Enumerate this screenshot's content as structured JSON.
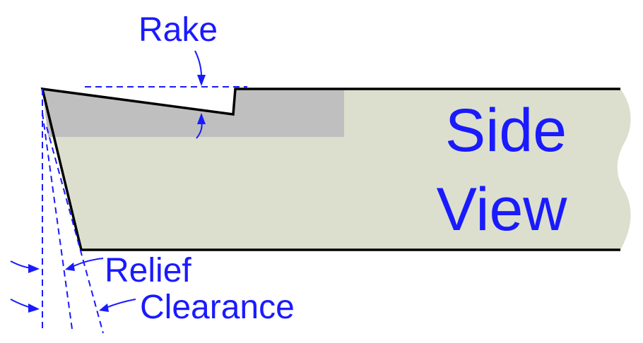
{
  "diagram": {
    "view_line1": "Side",
    "view_line2": "View",
    "rake_label": "Rake",
    "relief_label": "Relief",
    "clearance_label": "Clearance"
  },
  "colors": {
    "tool_body": "#dcdfcd",
    "rake_shading": "#bfbfbf",
    "outline": "#000000",
    "annotation": "#1a1aff"
  }
}
